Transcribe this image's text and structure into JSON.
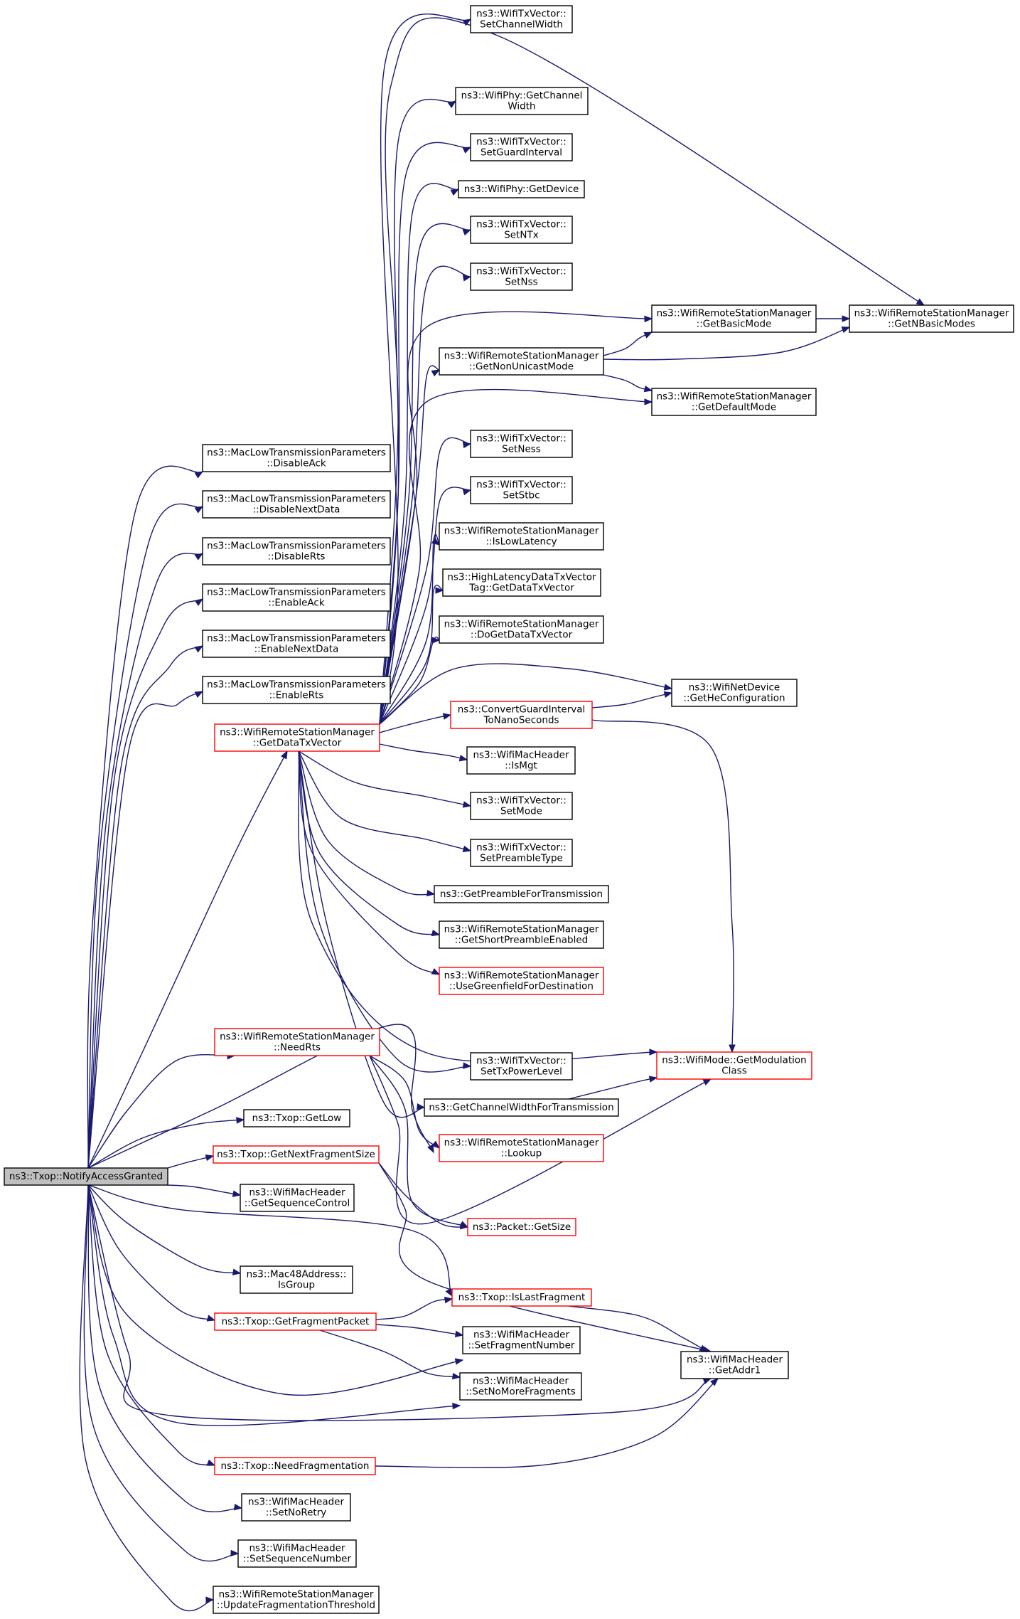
{
  "graph": {
    "root": "n_root",
    "nodes": [
      {
        "id": "n_root",
        "lines": [
          "ns3::Txop::NotifyAccessGranted"
        ],
        "style": "root"
      },
      {
        "id": "n_disableack",
        "lines": [
          "ns3::MacLowTransmissionParameters",
          "::DisableAck"
        ],
        "style": "normal"
      },
      {
        "id": "n_disablenextdata",
        "lines": [
          "ns3::MacLowTransmissionParameters",
          "::DisableNextData"
        ],
        "style": "normal"
      },
      {
        "id": "n_disablerts",
        "lines": [
          "ns3::MacLowTransmissionParameters",
          "::DisableRts"
        ],
        "style": "normal"
      },
      {
        "id": "n_enableack",
        "lines": [
          "ns3::MacLowTransmissionParameters",
          "::EnableAck"
        ],
        "style": "normal"
      },
      {
        "id": "n_enablenextdata",
        "lines": [
          "ns3::MacLowTransmissionParameters",
          "::EnableNextData"
        ],
        "style": "normal"
      },
      {
        "id": "n_enablerts",
        "lines": [
          "ns3::MacLowTransmissionParameters",
          "::EnableRts"
        ],
        "style": "normal"
      },
      {
        "id": "n_getdatatxvector",
        "lines": [
          "ns3::WifiRemoteStationManager",
          "::GetDataTxVector"
        ],
        "style": "red"
      },
      {
        "id": "n_needrts",
        "lines": [
          "ns3::WifiRemoteStationManager",
          "::NeedRts"
        ],
        "style": "red"
      },
      {
        "id": "n_getlow",
        "lines": [
          "ns3::Txop::GetLow"
        ],
        "style": "normal"
      },
      {
        "id": "n_getnextfragsize",
        "lines": [
          "ns3::Txop::GetNextFragmentSize"
        ],
        "style": "red"
      },
      {
        "id": "n_getseqcontrol",
        "lines": [
          "ns3::WifiMacHeader",
          "::GetSequenceControl"
        ],
        "style": "normal"
      },
      {
        "id": "n_isgroup",
        "lines": [
          "ns3::Mac48Address::",
          "IsGroup"
        ],
        "style": "normal"
      },
      {
        "id": "n_getfragpacket",
        "lines": [
          "ns3::Txop::GetFragmentPacket"
        ],
        "style": "red"
      },
      {
        "id": "n_needfrag",
        "lines": [
          "ns3::Txop::NeedFragmentation"
        ],
        "style": "red"
      },
      {
        "id": "n_setnoretry",
        "lines": [
          "ns3::WifiMacHeader",
          "::SetNoRetry"
        ],
        "style": "normal"
      },
      {
        "id": "n_setseqnum",
        "lines": [
          "ns3::WifiMacHeader",
          "::SetSequenceNumber"
        ],
        "style": "normal"
      },
      {
        "id": "n_updatefragthr",
        "lines": [
          "ns3::WifiRemoteStationManager",
          "::UpdateFragmentationThreshold"
        ],
        "style": "normal"
      },
      {
        "id": "n_setchannelwidth",
        "lines": [
          "ns3::WifiTxVector::",
          "SetChannelWidth"
        ],
        "style": "normal"
      },
      {
        "id": "n_getchannelwidth",
        "lines": [
          "ns3::WifiPhy::GetChannel",
          "Width"
        ],
        "style": "normal"
      },
      {
        "id": "n_setguardinterval",
        "lines": [
          "ns3::WifiTxVector::",
          "SetGuardInterval"
        ],
        "style": "normal"
      },
      {
        "id": "n_getdevice",
        "lines": [
          "ns3::WifiPhy::GetDevice"
        ],
        "style": "normal"
      },
      {
        "id": "n_setntx",
        "lines": [
          "ns3::WifiTxVector::",
          "SetNTx"
        ],
        "style": "normal"
      },
      {
        "id": "n_setnss",
        "lines": [
          "ns3::WifiTxVector::",
          "SetNss"
        ],
        "style": "normal"
      },
      {
        "id": "n_getnonunicastmode",
        "lines": [
          "ns3::WifiRemoteStationManager",
          "::GetNonUnicastMode"
        ],
        "style": "normal"
      },
      {
        "id": "n_setness",
        "lines": [
          "ns3::WifiTxVector::",
          "SetNess"
        ],
        "style": "normal"
      },
      {
        "id": "n_setstbc",
        "lines": [
          "ns3::WifiTxVector::",
          "SetStbc"
        ],
        "style": "normal"
      },
      {
        "id": "n_islowlatency",
        "lines": [
          "ns3::WifiRemoteStationManager",
          "::IsLowLatency"
        ],
        "style": "normal"
      },
      {
        "id": "n_highlatency",
        "lines": [
          "ns3::HighLatencyDataTxVector",
          "Tag::GetDataTxVector"
        ],
        "style": "normal"
      },
      {
        "id": "n_dogetdatatxvector",
        "lines": [
          "ns3::WifiRemoteStationManager",
          "::DoGetDataTxVector"
        ],
        "style": "normal"
      },
      {
        "id": "n_convertgi",
        "lines": [
          "ns3::ConvertGuardInterval",
          "ToNanoSeconds"
        ],
        "style": "red"
      },
      {
        "id": "n_ismgt",
        "lines": [
          "ns3::WifiMacHeader",
          "::IsMgt"
        ],
        "style": "normal"
      },
      {
        "id": "n_setmode",
        "lines": [
          "ns3::WifiTxVector::",
          "SetMode"
        ],
        "style": "normal"
      },
      {
        "id": "n_setpreambletype",
        "lines": [
          "ns3::WifiTxVector::",
          "SetPreambleType"
        ],
        "style": "normal"
      },
      {
        "id": "n_getpreamblefortx",
        "lines": [
          "ns3::GetPreambleForTransmission"
        ],
        "style": "normal"
      },
      {
        "id": "n_getshortpreamble",
        "lines": [
          "ns3::WifiRemoteStationManager",
          "::GetShortPreambleEnabled"
        ],
        "style": "normal"
      },
      {
        "id": "n_usegreenfield",
        "lines": [
          "ns3::WifiRemoteStationManager",
          "::UseGreenfieldForDestination"
        ],
        "style": "red"
      },
      {
        "id": "n_settxpowerlevel",
        "lines": [
          "ns3::WifiTxVector::",
          "SetTxPowerLevel"
        ],
        "style": "normal"
      },
      {
        "id": "n_getchwidthfortx",
        "lines": [
          "ns3::GetChannelWidthForTransmission"
        ],
        "style": "normal"
      },
      {
        "id": "n_lookup",
        "lines": [
          "ns3::WifiRemoteStationManager",
          "::Lookup"
        ],
        "style": "red"
      },
      {
        "id": "n_getsize",
        "lines": [
          "ns3::Packet::GetSize"
        ],
        "style": "red"
      },
      {
        "id": "n_islastfragment",
        "lines": [
          "ns3::Txop::IsLastFragment"
        ],
        "style": "red"
      },
      {
        "id": "n_setfragnum",
        "lines": [
          "ns3::WifiMacHeader",
          "::SetFragmentNumber"
        ],
        "style": "normal"
      },
      {
        "id": "n_setnomorefrags",
        "lines": [
          "ns3::WifiMacHeader",
          "::SetNoMoreFragments"
        ],
        "style": "normal"
      },
      {
        "id": "n_getbasicmode",
        "lines": [
          "ns3::WifiRemoteStationManager",
          "::GetBasicMode"
        ],
        "style": "normal"
      },
      {
        "id": "n_getdefaultmode",
        "lines": [
          "ns3::WifiRemoteStationManager",
          "::GetDefaultMode"
        ],
        "style": "normal"
      },
      {
        "id": "n_gethecfg",
        "lines": [
          "ns3::WifiNetDevice",
          "::GetHeConfiguration"
        ],
        "style": "normal"
      },
      {
        "id": "n_getmodclass",
        "lines": [
          "ns3::WifiMode::GetModulation",
          "Class"
        ],
        "style": "red"
      },
      {
        "id": "n_getaddr1",
        "lines": [
          "ns3::WifiMacHeader",
          "::GetAddr1"
        ],
        "style": "normal"
      },
      {
        "id": "n_getnbasicmodes",
        "lines": [
          "ns3::WifiRemoteStationManager",
          "::GetNBasicModes"
        ],
        "style": "normal"
      }
    ],
    "edges": [
      [
        "n_root",
        "n_disableack"
      ],
      [
        "n_root",
        "n_disablenextdata"
      ],
      [
        "n_root",
        "n_disablerts"
      ],
      [
        "n_root",
        "n_enableack"
      ],
      [
        "n_root",
        "n_enablenextdata"
      ],
      [
        "n_root",
        "n_enablerts"
      ],
      [
        "n_root",
        "n_getdatatxvector"
      ],
      [
        "n_root",
        "n_needrts"
      ],
      [
        "n_root",
        "n_getlow"
      ],
      [
        "n_root",
        "n_getnextfragsize"
      ],
      [
        "n_root",
        "n_getseqcontrol"
      ],
      [
        "n_root",
        "n_isgroup"
      ],
      [
        "n_root",
        "n_getfragpacket"
      ],
      [
        "n_root",
        "n_needfrag"
      ],
      [
        "n_root",
        "n_setnoretry"
      ],
      [
        "n_root",
        "n_setseqnum"
      ],
      [
        "n_root",
        "n_updatefragthr"
      ],
      [
        "n_root",
        "n_lookup"
      ],
      [
        "n_root",
        "n_islastfragment"
      ],
      [
        "n_root",
        "n_setfragnum"
      ],
      [
        "n_root",
        "n_setnomorefrags"
      ],
      [
        "n_root",
        "n_getaddr1"
      ],
      [
        "n_getdatatxvector",
        "n_setchannelwidth"
      ],
      [
        "n_getdatatxvector",
        "n_getnbasicmodes"
      ],
      [
        "n_getdatatxvector",
        "n_getchannelwidth"
      ],
      [
        "n_getdatatxvector",
        "n_setguardinterval"
      ],
      [
        "n_getdatatxvector",
        "n_getdevice"
      ],
      [
        "n_getdatatxvector",
        "n_setntx"
      ],
      [
        "n_getdatatxvector",
        "n_setnss"
      ],
      [
        "n_getdatatxvector",
        "n_getbasicmode"
      ],
      [
        "n_getdatatxvector",
        "n_getnonunicastmode"
      ],
      [
        "n_getdatatxvector",
        "n_getdefaultmode"
      ],
      [
        "n_getdatatxvector",
        "n_setness"
      ],
      [
        "n_getdatatxvector",
        "n_setstbc"
      ],
      [
        "n_getdatatxvector",
        "n_islowlatency"
      ],
      [
        "n_getdatatxvector",
        "n_highlatency"
      ],
      [
        "n_getdatatxvector",
        "n_dogetdatatxvector"
      ],
      [
        "n_getdatatxvector",
        "n_gethecfg"
      ],
      [
        "n_getdatatxvector",
        "n_convertgi"
      ],
      [
        "n_getdatatxvector",
        "n_ismgt"
      ],
      [
        "n_getdatatxvector",
        "n_setmode"
      ],
      [
        "n_getdatatxvector",
        "n_setpreambletype"
      ],
      [
        "n_getdatatxvector",
        "n_getpreamblefortx"
      ],
      [
        "n_getdatatxvector",
        "n_getshortpreamble"
      ],
      [
        "n_getdatatxvector",
        "n_usegreenfield"
      ],
      [
        "n_getdatatxvector",
        "n_getmodclass"
      ],
      [
        "n_getdatatxvector",
        "n_settxpowerlevel"
      ],
      [
        "n_getdatatxvector",
        "n_getchwidthfortx"
      ],
      [
        "n_getnonunicastmode",
        "n_getbasicmode"
      ],
      [
        "n_getnonunicastmode",
        "n_getnbasicmodes"
      ],
      [
        "n_getnonunicastmode",
        "n_getdefaultmode"
      ],
      [
        "n_getbasicmode",
        "n_getnbasicmodes"
      ],
      [
        "n_convertgi",
        "n_gethecfg"
      ],
      [
        "n_convertgi",
        "n_getmodclass"
      ],
      [
        "n_getchwidthfortx",
        "n_getmodclass"
      ],
      [
        "n_needrts",
        "n_getmodclass"
      ],
      [
        "n_needrts",
        "n_lookup"
      ],
      [
        "n_needrts",
        "n_getsize"
      ],
      [
        "n_getnextfragsize",
        "n_getaddr1"
      ],
      [
        "n_getnextfragsize",
        "n_getsize"
      ],
      [
        "n_getfragpacket",
        "n_islastfragment"
      ],
      [
        "n_getfragpacket",
        "n_setfragnum"
      ],
      [
        "n_getfragpacket",
        "n_setnomorefrags"
      ],
      [
        "n_islastfragment",
        "n_getaddr1"
      ],
      [
        "n_needfrag",
        "n_getaddr1"
      ]
    ]
  },
  "colors": {
    "edge": "#191970",
    "red_border": "#ff0000",
    "root_fill": "#bfbfbf"
  }
}
